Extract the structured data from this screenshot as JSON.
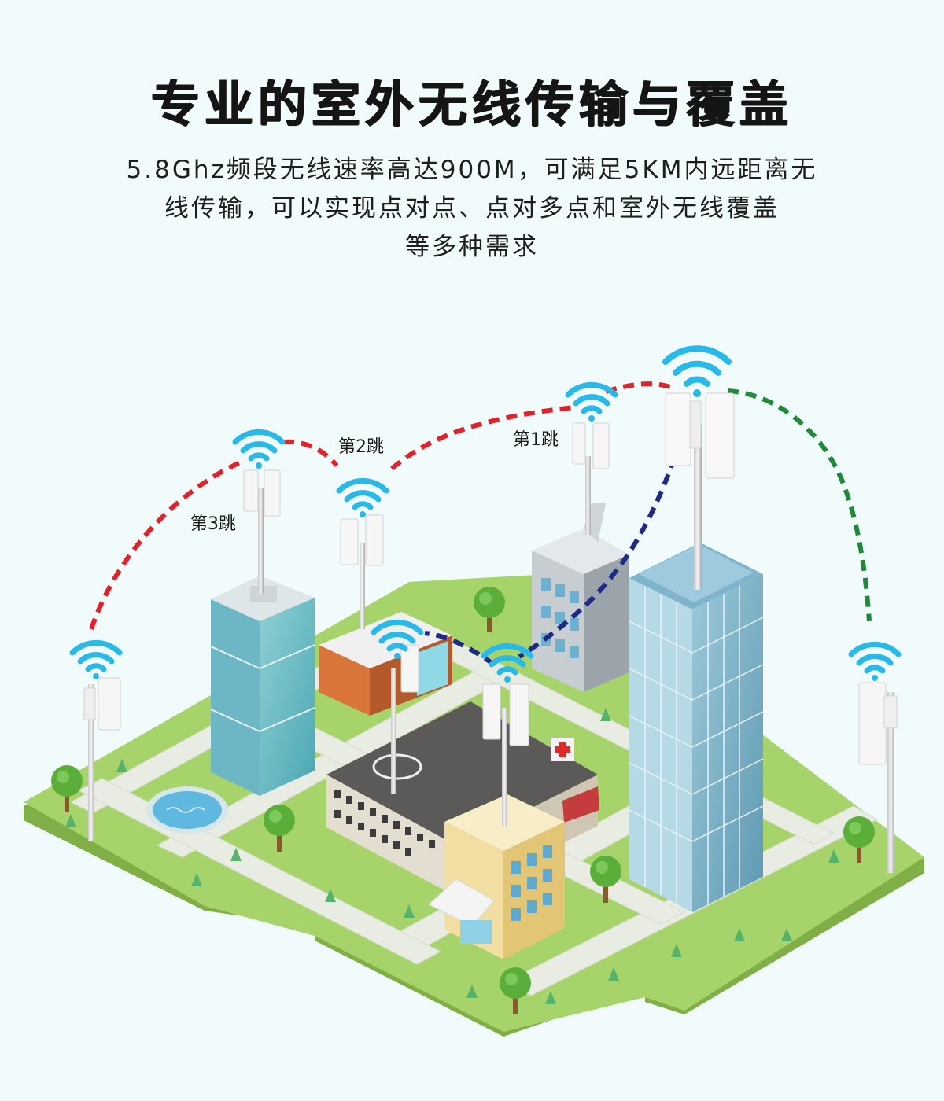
{
  "heading": {
    "title": "专业的室外无线传输与覆盖",
    "description_lines": [
      "5.8Ghz频段无线速率高达900M，可满足5KM内远距离无",
      "线传输，可以实现点对点、点对多点和室外无线覆盖",
      "等多种需求"
    ]
  },
  "hops": {
    "hop1": "第1跳",
    "hop2": "第2跳",
    "hop3": "第3跳"
  },
  "colors": {
    "hop_red": "#e4202a",
    "link_blue": "#1e2a85",
    "link_green": "#1f8a3a",
    "wifi": "#27b9ea",
    "grass": "#a6d36a",
    "road": "#e8ece3"
  },
  "illustration": {
    "icons": [
      "wifi-signal-icon",
      "antenna-tower-icon",
      "hospital-cross-icon",
      "tree-icon"
    ]
  }
}
